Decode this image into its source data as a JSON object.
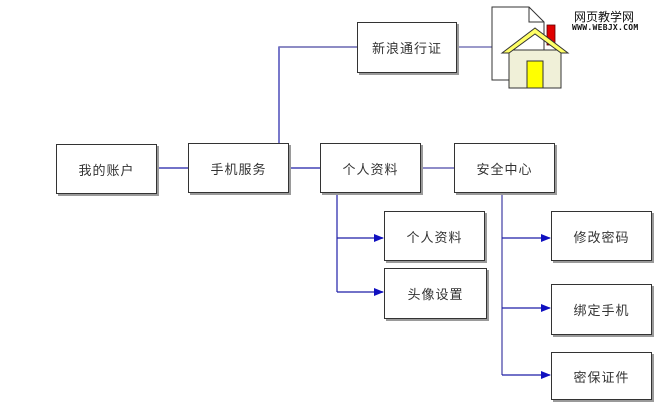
{
  "diagram": {
    "nodes": {
      "my_account": "我的账户",
      "mobile_service": "手机服务",
      "sina_passport": "新浪通行证",
      "personal_info": "个人资料",
      "security_center": "安全中心",
      "personal_info_sub": "个人资料",
      "avatar_settings": "头像设置",
      "change_password": "修改密码",
      "bind_phone": "绑定手机",
      "security_id": "密保证件"
    },
    "edges": [
      {
        "from": "my_account",
        "to": "mobile_service"
      },
      {
        "from": "mobile_service",
        "to": "personal_info"
      },
      {
        "from": "mobile_service",
        "to": "sina_passport"
      },
      {
        "from": "sina_passport",
        "to": "home_document"
      },
      {
        "from": "personal_info",
        "to": "security_center"
      },
      {
        "from": "personal_info",
        "to": "personal_info_sub",
        "arrow": true
      },
      {
        "from": "personal_info",
        "to": "avatar_settings",
        "arrow": true
      },
      {
        "from": "security_center",
        "to": "change_password",
        "arrow": true
      },
      {
        "from": "security_center",
        "to": "bind_phone",
        "arrow": true
      },
      {
        "from": "security_center",
        "to": "security_id",
        "arrow": true
      }
    ],
    "icons": [
      "document-icon",
      "house-icon"
    ],
    "colors": {
      "line_blue": "#1f1fa8",
      "line_lavender": "#7a78b8",
      "arrow": "#1010c0",
      "box_border": "#333333",
      "roof": "#ffff66",
      "wall": "#f0f0d8",
      "door": "#ffff00",
      "chimney": "#e00000"
    }
  },
  "watermark": {
    "title": "网页教学网",
    "url": "WWW.WEBJX.COM"
  }
}
